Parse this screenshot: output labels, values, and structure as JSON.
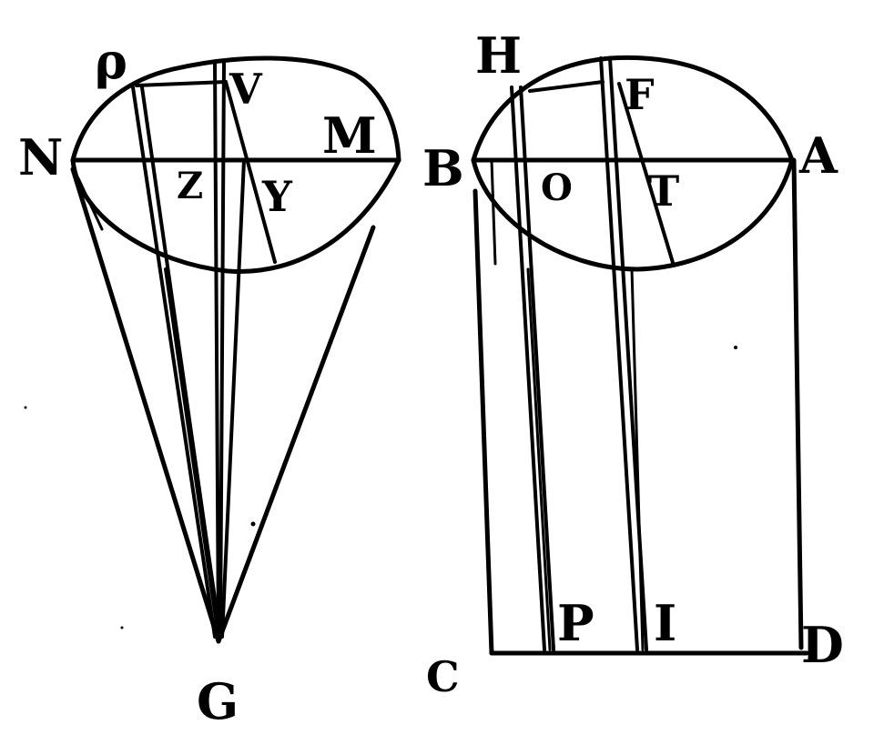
{
  "labels": {
    "rho": "ρ",
    "v": "V",
    "n": "N",
    "m": "M",
    "z": "Z",
    "y": "Y",
    "g": "G",
    "h": "H",
    "f": "F",
    "b": "B",
    "a": "A",
    "o": "O",
    "t": "T",
    "p": "P",
    "i": "I",
    "c": "C",
    "d": "D"
  }
}
